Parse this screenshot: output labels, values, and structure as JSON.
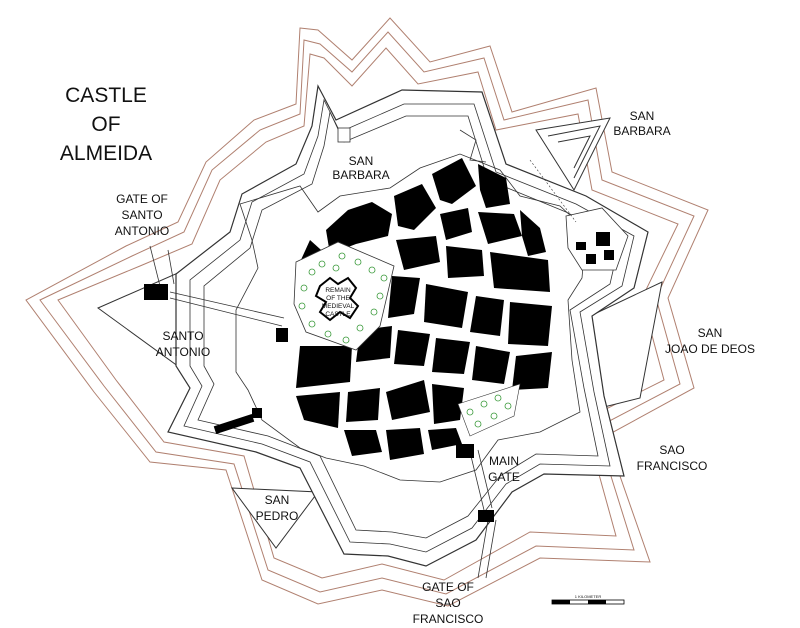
{
  "title": {
    "line1": "CASTLE",
    "line2": "OF",
    "line3": "ALMEIDA"
  },
  "bastions": {
    "san_barbara_inner": [
      "SAN",
      "BARBARA"
    ],
    "san_barbara_outer": [
      "SAN",
      "BARBARA"
    ],
    "santo_antonio": [
      "SANTO",
      "ANTONIO"
    ],
    "san_joao_de_deos": [
      "SAN",
      "JOAO DE DEOS"
    ],
    "sao_francisco": [
      "SAO",
      "FRANCISCO"
    ],
    "san_pedro": [
      "SAN",
      "PEDRO"
    ]
  },
  "gates": {
    "santo_antonio": [
      "GATE OF",
      "SANTO",
      "ANTONIO"
    ],
    "main": [
      "MAIN",
      "GATE"
    ],
    "sao_francisco": [
      "GATE OF",
      "SAO",
      "FRANCISCO"
    ]
  },
  "castle_label": [
    "REMAIN",
    "OF THE",
    "MEDIEVAL",
    "CASTLE"
  ],
  "scale_bar": {
    "label": "1 KILOMETER"
  },
  "colors": {
    "outer_earthwork": "#b08070",
    "wall_line": "#333333",
    "buildings": "#000000",
    "background": "#ffffff"
  }
}
